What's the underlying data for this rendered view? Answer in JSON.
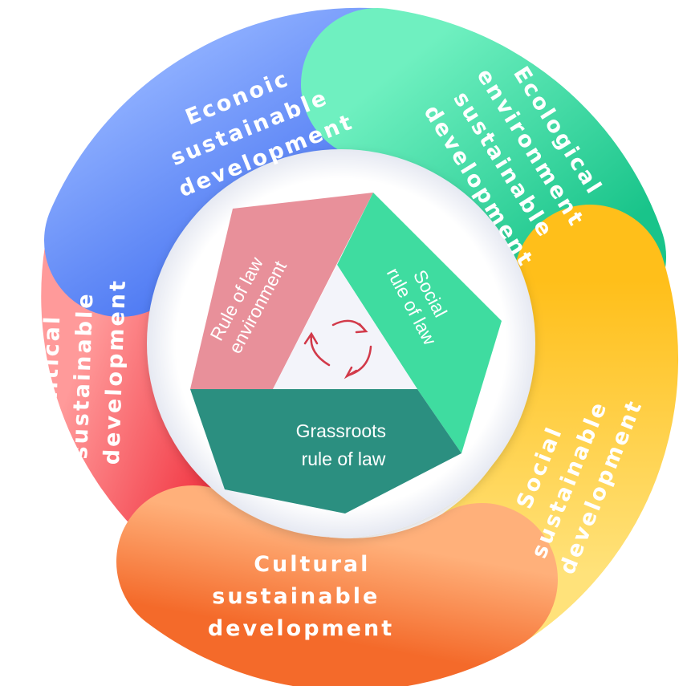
{
  "outer_ring": {
    "economic": {
      "lines": [
        "Econoic",
        "sustainable",
        "development"
      ],
      "color_start": "#8fb0ff",
      "color_end": "#3f6df0"
    },
    "ecological": {
      "lines": [
        "Ecological",
        "environment",
        "sustainable",
        "development"
      ],
      "color_start": "#6ff0c0",
      "color_end": "#19c48a"
    },
    "social": {
      "lines": [
        "Social",
        "sustainable",
        "development"
      ],
      "color_start": "#ffe27a",
      "color_end": "#ffbf1a"
    },
    "cultural": {
      "lines": [
        "Cultural",
        "sustainable",
        "development"
      ],
      "color_start": "#ffb07a",
      "color_end": "#f46a2a"
    },
    "political": {
      "lines": [
        "Political",
        "sustainable",
        "development"
      ],
      "color_start": "#ff8a8a",
      "color_end": "#f2454f"
    }
  },
  "inner_triangle": {
    "rule_of_law_environment": {
      "lines": [
        "Rule of law",
        "environment"
      ],
      "color": "#e8909a"
    },
    "social_rule_of_law": {
      "lines": [
        "Social",
        "rule of law"
      ],
      "color": "#3fdca0"
    },
    "grassroots_rule_of_law": {
      "lines": [
        "Grassroots",
        "rule of law"
      ],
      "color": "#2b8f80"
    }
  },
  "cycle_arrows_color": "#d23a4a"
}
